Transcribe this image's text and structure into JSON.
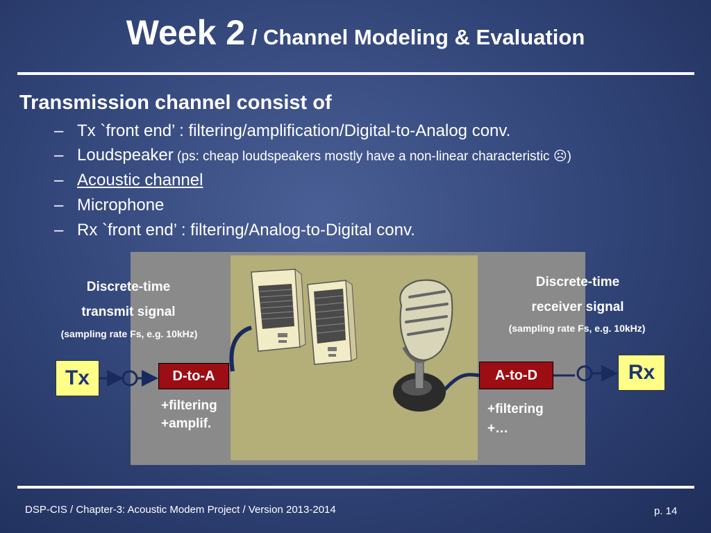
{
  "title": {
    "main": "Week 2",
    "sub": " / Channel Modeling & Evaluation"
  },
  "heading": "Transmission channel consist of",
  "bullets": [
    {
      "dash": "–",
      "text": "Tx `front end’ : filtering/amplification/Digital-to-Analog conv."
    },
    {
      "dash": "–",
      "text": "Loudspeaker",
      "note": " (ps: cheap loudspeakers mostly have a non-linear characteristic ☹)"
    },
    {
      "dash": "–",
      "text": "Acoustic channel"
    },
    {
      "dash": "–",
      "text": "Microphone"
    },
    {
      "dash": "–",
      "text": "Rx `front end’ : filtering/Analog-to-Digital conv."
    }
  ],
  "diagram": {
    "tx_label": {
      "line1": "Discrete-time",
      "line2": "transmit signal",
      "line3": "(sampling rate Fs, e.g. 10kHz)"
    },
    "rx_label": {
      "line1": "Discrete-time",
      "line2": "receiver signal",
      "line3": "(sampling rate Fs, e.g. 10kHz)"
    },
    "tx": "Tx",
    "rx": "Rx",
    "dac": "D-to-A",
    "adc": "A-to-D",
    "dac_notes": {
      "line1": "+filtering",
      "line2": "+amplif."
    },
    "adc_notes": {
      "line1": "+filtering",
      "line2": "+…"
    },
    "colors": {
      "box_yellow": "#ffff88",
      "box_red": "#9c0d14",
      "panel_gray": "#8a8a8a",
      "inner_olive": "#b4ae78",
      "cable": "#1b2a5e"
    }
  },
  "footer": {
    "left": "DSP-CIS  /  Chapter-3: Acoustic Modem Project  /  Version 2013-2014",
    "right": "p. 14"
  }
}
